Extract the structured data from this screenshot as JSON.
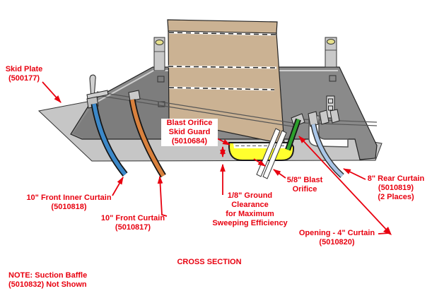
{
  "caption": "CROSS SECTION",
  "note": {
    "lines": [
      "NOTE: Suction Baffle",
      "(5010832) Not Shown"
    ]
  },
  "labels": {
    "skid_plate": {
      "lines": [
        "Skid Plate",
        "(500177)"
      ]
    },
    "blast_guard": {
      "lines": [
        "Blast Orifice",
        "Skid Guard",
        "(5010684)"
      ]
    },
    "front_inner": {
      "lines": [
        "10\" Front Inner Curtain",
        "(5010818)"
      ]
    },
    "front": {
      "lines": [
        "10\" Front Curtain",
        "(5010817)"
      ]
    },
    "clearance": {
      "lines": [
        "1/8\" Ground",
        "Clearance",
        "for Maximum",
        "Sweeping Efficiency"
      ]
    },
    "blast_orifice": {
      "lines": [
        "5/8\" Blast",
        "Orifice"
      ]
    },
    "rear": {
      "lines": [
        "8\" Rear Curtain",
        "(5010819)",
        "(2 Places)"
      ]
    },
    "opening": {
      "lines": [
        "Opening - 4\" Curtain",
        "(5010820)"
      ]
    }
  },
  "colors": {
    "annotation": "#e8000f",
    "skid_plate": "#c6c6c6",
    "body": "#8a8a8a",
    "body_front": "#7d7d7d",
    "panel": "#cbb293",
    "guard": "#ffff2e",
    "front_inner_curtain": "#3c88c8",
    "front_curtain": "#d9813d",
    "opening_curtain": "#2ca02c",
    "rear_curtain": "#a9c6e8",
    "hardware": "#cfcfcf"
  }
}
